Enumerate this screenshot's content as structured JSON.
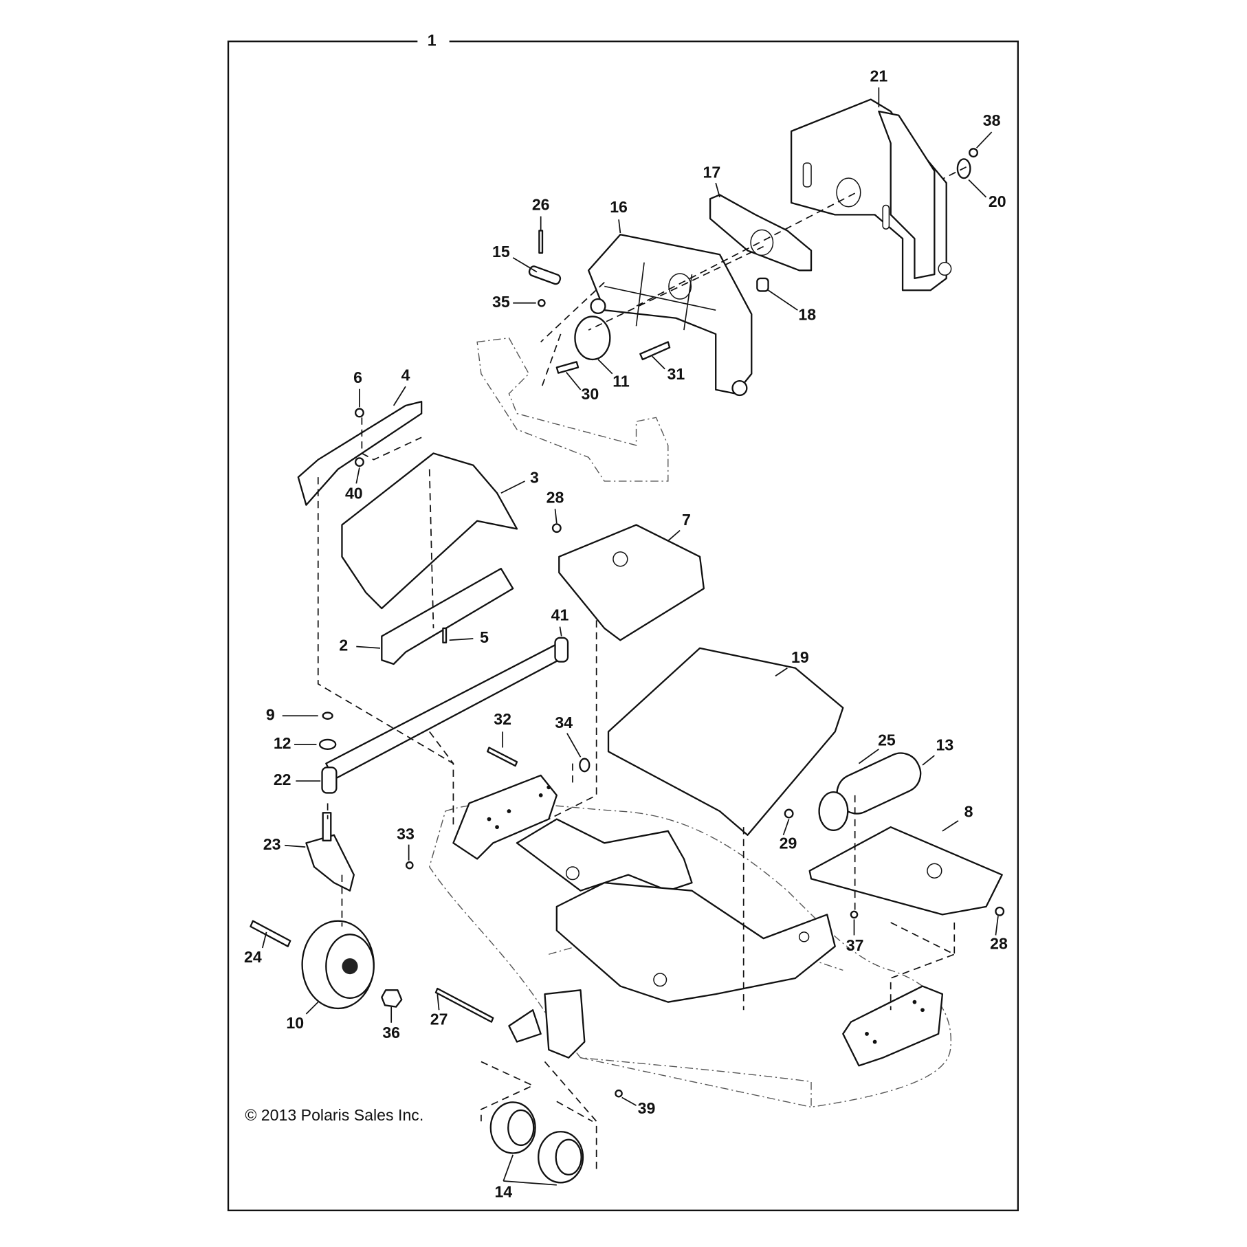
{
  "diagram": {
    "assembly_number": "1",
    "copyright": "© 2013 Polaris Sales Inc.",
    "callouts": {
      "c21": "21",
      "c38": "38",
      "c20": "20",
      "c17": "17",
      "c16": "16",
      "c26": "26",
      "c15": "15",
      "c35": "35",
      "c18": "18",
      "c11": "11",
      "c31": "31",
      "c30": "30",
      "c6": "6",
      "c4": "4",
      "c40": "40",
      "c3": "3",
      "c28a": "28",
      "c7": "7",
      "c41": "41",
      "c5": "5",
      "c2": "2",
      "c19": "19",
      "c9": "9",
      "c12": "12",
      "c32": "32",
      "c34": "34",
      "c25": "25",
      "c13": "13",
      "c22": "22",
      "c8": "8",
      "c33": "33",
      "c29": "29",
      "c23": "23",
      "c37": "37",
      "c28b": "28",
      "c24": "24",
      "c10": "10",
      "c36": "36",
      "c27": "27",
      "c39": "39",
      "c14": "14"
    }
  }
}
